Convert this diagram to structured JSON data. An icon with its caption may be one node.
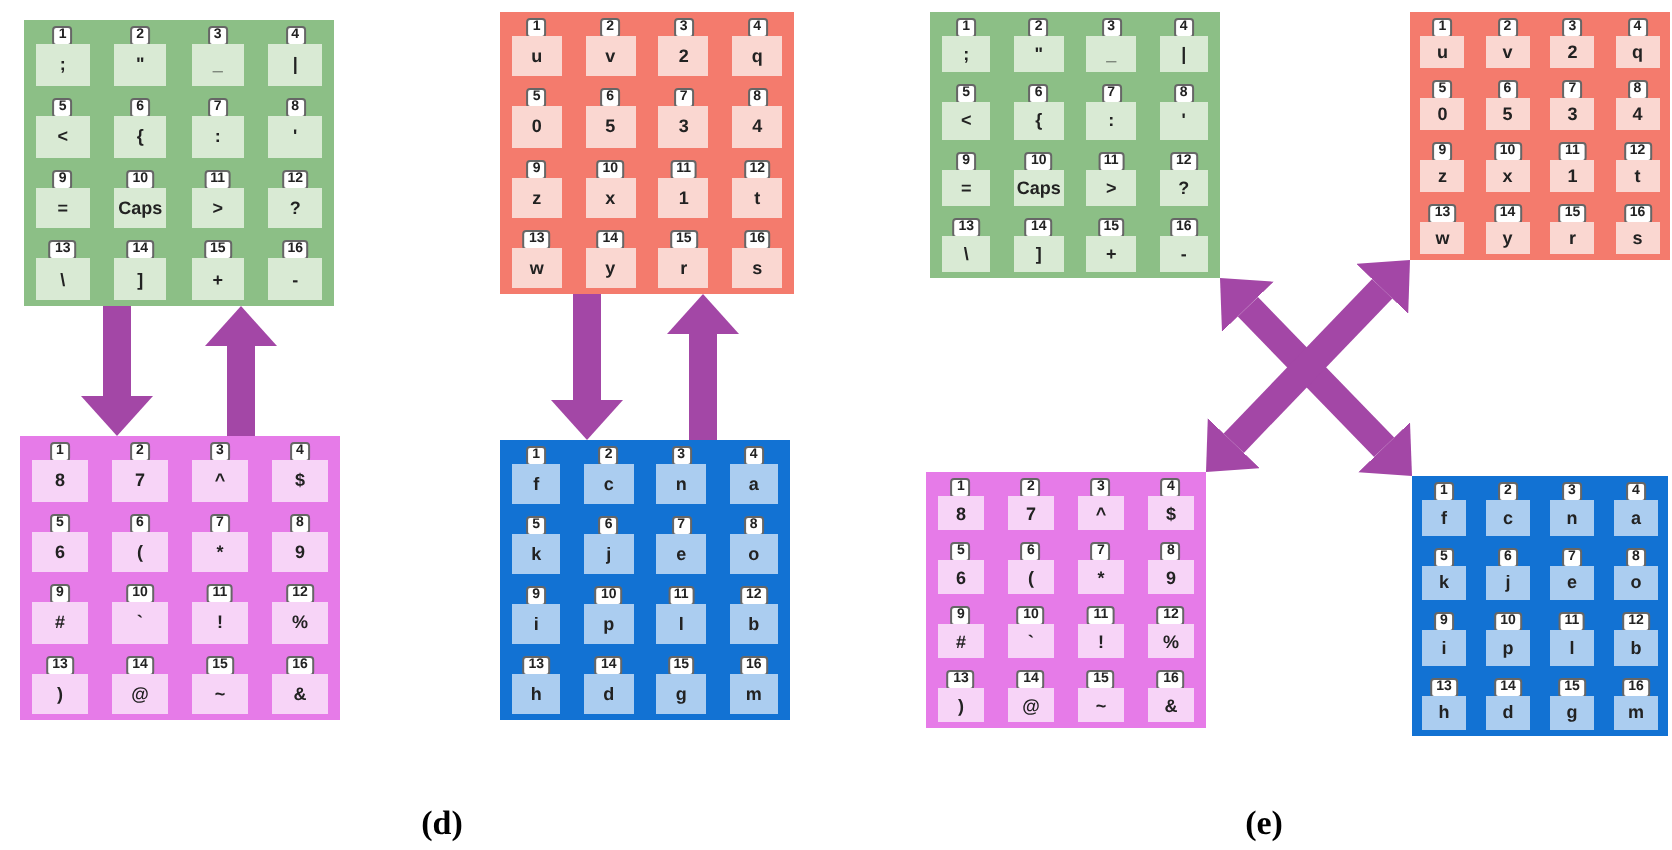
{
  "diagram": {
    "nodes": [
      {
        "text": [],
        "shape": "box"
      },
      {
        "text": [
          "1",
          ";"
        ],
        "in": 0
      },
      {
        "text": [
          "2",
          "\""
        ],
        "in": 0
      },
      {
        "text": [
          "3",
          "_"
        ],
        "in": 0
      },
      {
        "text": [
          "4",
          "|"
        ],
        "in": 0
      },
      {
        "text": [
          "5",
          "<"
        ],
        "in": 0
      },
      {
        "text": [
          "6",
          "{"
        ],
        "in": 0
      },
      {
        "text": [
          "7",
          ":"
        ],
        "in": 0
      },
      {
        "text": [
          "8",
          "'"
        ],
        "in": 0
      },
      {
        "text": [
          "9",
          "="
        ],
        "in": 0
      },
      {
        "text": [
          "10",
          "Caps"
        ],
        "in": 0
      },
      {
        "text": [
          "11",
          ">"
        ],
        "in": 0
      },
      {
        "text": [
          "12",
          "?"
        ],
        "in": 0
      },
      {
        "text": [
          "13",
          "\\"
        ],
        "in": 0
      },
      {
        "text": [
          "14",
          "]"
        ],
        "in": 0
      },
      {
        "text": [
          "15",
          "+"
        ],
        "in": 0
      },
      {
        "text": [
          "16",
          "-"
        ],
        "in": 0
      },
      {
        "text": [],
        "shape": "box"
      },
      {
        "text": [
          "1",
          "8"
        ],
        "in": 17
      },
      {
        "text": [
          "2",
          "7"
        ],
        "in": 17
      },
      {
        "text": [
          "3",
          "^"
        ],
        "in": 17
      },
      {
        "text": [
          "4",
          "$"
        ],
        "in": 17
      },
      {
        "text": [
          "5",
          "6"
        ],
        "in": 17
      },
      {
        "text": [
          "6",
          "("
        ],
        "in": 17
      },
      {
        "text": [
          "7",
          "*"
        ],
        "in": 17
      },
      {
        "text": [
          "8",
          "9"
        ],
        "in": 17
      },
      {
        "text": [
          "9",
          "#"
        ],
        "in": 17
      },
      {
        "text": [
          "10",
          "`"
        ],
        "in": 17
      },
      {
        "text": [
          "11",
          "!"
        ],
        "in": 17
      },
      {
        "text": [
          "12",
          "%"
        ],
        "in": 17
      },
      {
        "text": [
          "13",
          ")"
        ],
        "in": 17
      },
      {
        "text": [
          "14",
          "@"
        ],
        "in": 17
      },
      {
        "text": [
          "15",
          "~"
        ],
        "in": 17
      },
      {
        "text": [
          "16",
          "&"
        ],
        "in": 17
      },
      {
        "text": [],
        "shape": "box"
      },
      {
        "text": [
          "1",
          "u"
        ],
        "in": 34
      },
      {
        "text": [
          "2",
          "v"
        ],
        "in": 34
      },
      {
        "text": [
          "3",
          "2"
        ],
        "in": 34
      },
      {
        "text": [
          "4",
          "q"
        ],
        "in": 34
      },
      {
        "text": [
          "5",
          "0"
        ],
        "in": 34
      },
      {
        "text": [
          "6",
          "5"
        ],
        "in": 34
      },
      {
        "text": [
          "7",
          "3"
        ],
        "in": 34
      },
      {
        "text": [
          "8",
          "4"
        ],
        "in": 34
      },
      {
        "text": [
          "9",
          "z"
        ],
        "in": 34
      },
      {
        "text": [
          "10",
          "x"
        ],
        "in": 34
      },
      {
        "text": [
          "11",
          "1"
        ],
        "in": 34
      },
      {
        "text": [
          "12",
          "t"
        ],
        "in": 34
      },
      {
        "text": [
          "13",
          "w"
        ],
        "in": 34
      },
      {
        "text": [
          "14",
          "y"
        ],
        "in": 34
      },
      {
        "text": [
          "15",
          "r"
        ],
        "in": 34
      },
      {
        "text": [
          "16",
          "s"
        ],
        "in": 34
      },
      {
        "text": [],
        "shape": "box"
      },
      {
        "text": [
          "1",
          "f"
        ],
        "in": 51
      },
      {
        "text": [
          "2",
          "c"
        ],
        "in": 51
      },
      {
        "text": [
          "3",
          "n"
        ],
        "in": 51
      },
      {
        "text": [
          "4",
          "a"
        ],
        "in": 51
      },
      {
        "text": [
          "5",
          "k"
        ],
        "in": 51
      },
      {
        "text": [
          "6",
          "j"
        ],
        "in": 51
      },
      {
        "text": [
          "7",
          "e"
        ],
        "in": 51
      },
      {
        "text": [
          "8",
          "o"
        ],
        "in": 51
      },
      {
        "text": [
          "9",
          "i"
        ],
        "in": 51
      },
      {
        "text": [
          "10",
          "p"
        ],
        "in": 51
      },
      {
        "text": [
          "11",
          "l"
        ],
        "in": 51
      },
      {
        "text": [
          "12",
          "b"
        ],
        "in": 51
      },
      {
        "text": [
          "13",
          "h"
        ],
        "in": 51
      },
      {
        "text": [
          "14",
          "d"
        ],
        "in": 51
      },
      {
        "text": [
          "15",
          "g"
        ],
        "in": 51
      },
      {
        "text": [
          "16",
          "m"
        ],
        "in": 51
      },
      {
        "text": [],
        "shape": "box"
      },
      {
        "text": [
          "1",
          ";"
        ],
        "in": 68
      },
      {
        "text": [
          "2",
          "\""
        ],
        "in": 68
      },
      {
        "text": [
          "3",
          "_"
        ],
        "in": 68
      },
      {
        "text": [
          "4",
          "|"
        ],
        "in": 68
      },
      {
        "text": [
          "5",
          "<"
        ],
        "in": 68
      },
      {
        "text": [
          "6",
          "{"
        ],
        "in": 68
      },
      {
        "text": [
          "7",
          ":"
        ],
        "in": 68
      },
      {
        "text": [
          "8",
          "'"
        ],
        "in": 68
      },
      {
        "text": [
          "9",
          "="
        ],
        "in": 68
      },
      {
        "text": [
          "10",
          "Caps"
        ],
        "in": 68
      },
      {
        "text": [
          "11",
          ">"
        ],
        "in": 68
      },
      {
        "text": [
          "12",
          "?"
        ],
        "in": 68
      },
      {
        "text": [
          "13",
          "\\"
        ],
        "in": 68
      },
      {
        "text": [
          "14",
          "]"
        ],
        "in": 68
      },
      {
        "text": [
          "15",
          "+"
        ],
        "in": 68
      },
      {
        "text": [
          "16",
          "-"
        ],
        "in": 68
      },
      {
        "text": [],
        "shape": "box"
      },
      {
        "text": [
          "1",
          "u"
        ],
        "in": 85
      },
      {
        "text": [
          "2",
          "v"
        ],
        "in": 85
      },
      {
        "text": [
          "3",
          "2"
        ],
        "in": 85
      },
      {
        "text": [
          "4",
          "q"
        ],
        "in": 85
      },
      {
        "text": [
          "5",
          "0"
        ],
        "in": 85
      },
      {
        "text": [
          "6",
          "5"
        ],
        "in": 85
      },
      {
        "text": [
          "7",
          "3"
        ],
        "in": 85
      },
      {
        "text": [
          "8",
          "4"
        ],
        "in": 85
      },
      {
        "text": [
          "9",
          "z"
        ],
        "in": 85
      },
      {
        "text": [
          "10",
          "x"
        ],
        "in": 85
      },
      {
        "text": [
          "11",
          "1"
        ],
        "in": 85
      },
      {
        "text": [
          "12",
          "t"
        ],
        "in": 85
      },
      {
        "text": [
          "13",
          "w"
        ],
        "in": 85
      },
      {
        "text": [
          "14",
          "y"
        ],
        "in": 85
      },
      {
        "text": [
          "15",
          "r"
        ],
        "in": 85
      },
      {
        "text": [
          "16",
          "s"
        ],
        "in": 85
      },
      {
        "text": [],
        "shape": "box"
      },
      {
        "text": [
          "1",
          "8"
        ],
        "in": 102
      },
      {
        "text": [
          "2",
          "7"
        ],
        "in": 102
      },
      {
        "text": [
          "3",
          "^"
        ],
        "in": 102
      },
      {
        "text": [
          "4",
          "$"
        ],
        "in": 102
      },
      {
        "text": [
          "5",
          "6"
        ],
        "in": 102
      },
      {
        "text": [
          "6",
          "("
        ],
        "in": 102
      },
      {
        "text": [
          "7",
          "*"
        ],
        "in": 102
      },
      {
        "text": [
          "8",
          "9"
        ],
        "in": 102
      },
      {
        "text": [
          "9",
          "#"
        ],
        "in": 102
      },
      {
        "text": [
          "10",
          "`"
        ],
        "in": 102
      },
      {
        "text": [
          "11",
          "!"
        ],
        "in": 102
      },
      {
        "text": [
          "12",
          "%"
        ],
        "in": 102
      },
      {
        "text": [
          "13",
          ")"
        ],
        "in": 102
      },
      {
        "text": [
          "14",
          "@"
        ],
        "in": 102
      },
      {
        "text": [
          "15",
          "~"
        ],
        "in": 102
      },
      {
        "text": [
          "16",
          "&"
        ],
        "in": 102
      },
      {
        "text": [],
        "shape": "box"
      },
      {
        "text": [
          "1",
          "f"
        ],
        "in": 119
      },
      {
        "text": [
          "2",
          "c"
        ],
        "in": 119
      },
      {
        "text": [
          "3",
          "n"
        ],
        "in": 119
      },
      {
        "text": [
          "4",
          "a"
        ],
        "in": 119
      },
      {
        "text": [
          "5",
          "k"
        ],
        "in": 119
      },
      {
        "text": [
          "6",
          "j"
        ],
        "in": 119
      },
      {
        "text": [
          "7",
          "e"
        ],
        "in": 119
      },
      {
        "text": [
          "8",
          "o"
        ],
        "in": 119
      },
      {
        "text": [
          "9",
          "i"
        ],
        "in": 119
      },
      {
        "text": [
          "10",
          "p"
        ],
        "in": 119
      },
      {
        "text": [
          "11",
          "l"
        ],
        "in": 119
      },
      {
        "text": [
          "12",
          "b"
        ],
        "in": 119
      },
      {
        "text": [
          "13",
          "h"
        ],
        "in": 119
      },
      {
        "text": [
          "14",
          "d"
        ],
        "in": 119
      },
      {
        "text": [
          "15",
          "g"
        ],
        "in": 119
      },
      {
        "text": [
          "16",
          "m"
        ],
        "in": 119
      }
    ],
    "edges": [
      {
        "from": 0,
        "to": 17,
        "arrow": "to"
      },
      {
        "from": 17,
        "to": 0,
        "arrow": "to"
      },
      {
        "from": 34,
        "to": 51,
        "arrow": "to"
      },
      {
        "from": 51,
        "to": 34,
        "arrow": "to"
      },
      {
        "from": 68,
        "to": 119,
        "arrow": "both"
      },
      {
        "from": 85,
        "to": 102,
        "arrow": "both"
      }
    ],
    "labels": [
      "(d)",
      "(e)"
    ]
  }
}
